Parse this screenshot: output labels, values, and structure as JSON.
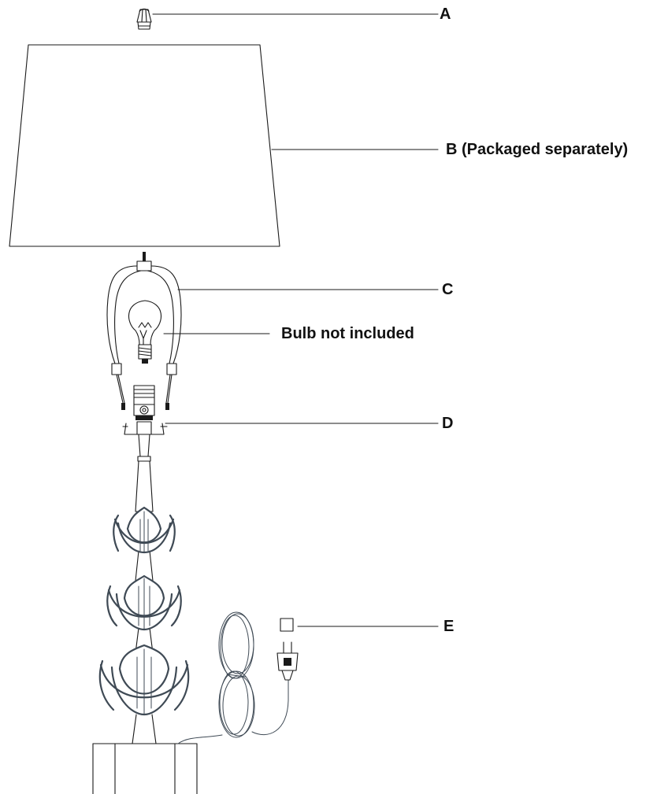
{
  "labels": {
    "a": "A",
    "b": "B (Packaged separately)",
    "c": "C",
    "bulb": "Bulb not included",
    "d": "D",
    "e": "E"
  },
  "colors": {
    "line": "#1a1a1a",
    "metal": "#3f4a55",
    "background": "#ffffff"
  }
}
